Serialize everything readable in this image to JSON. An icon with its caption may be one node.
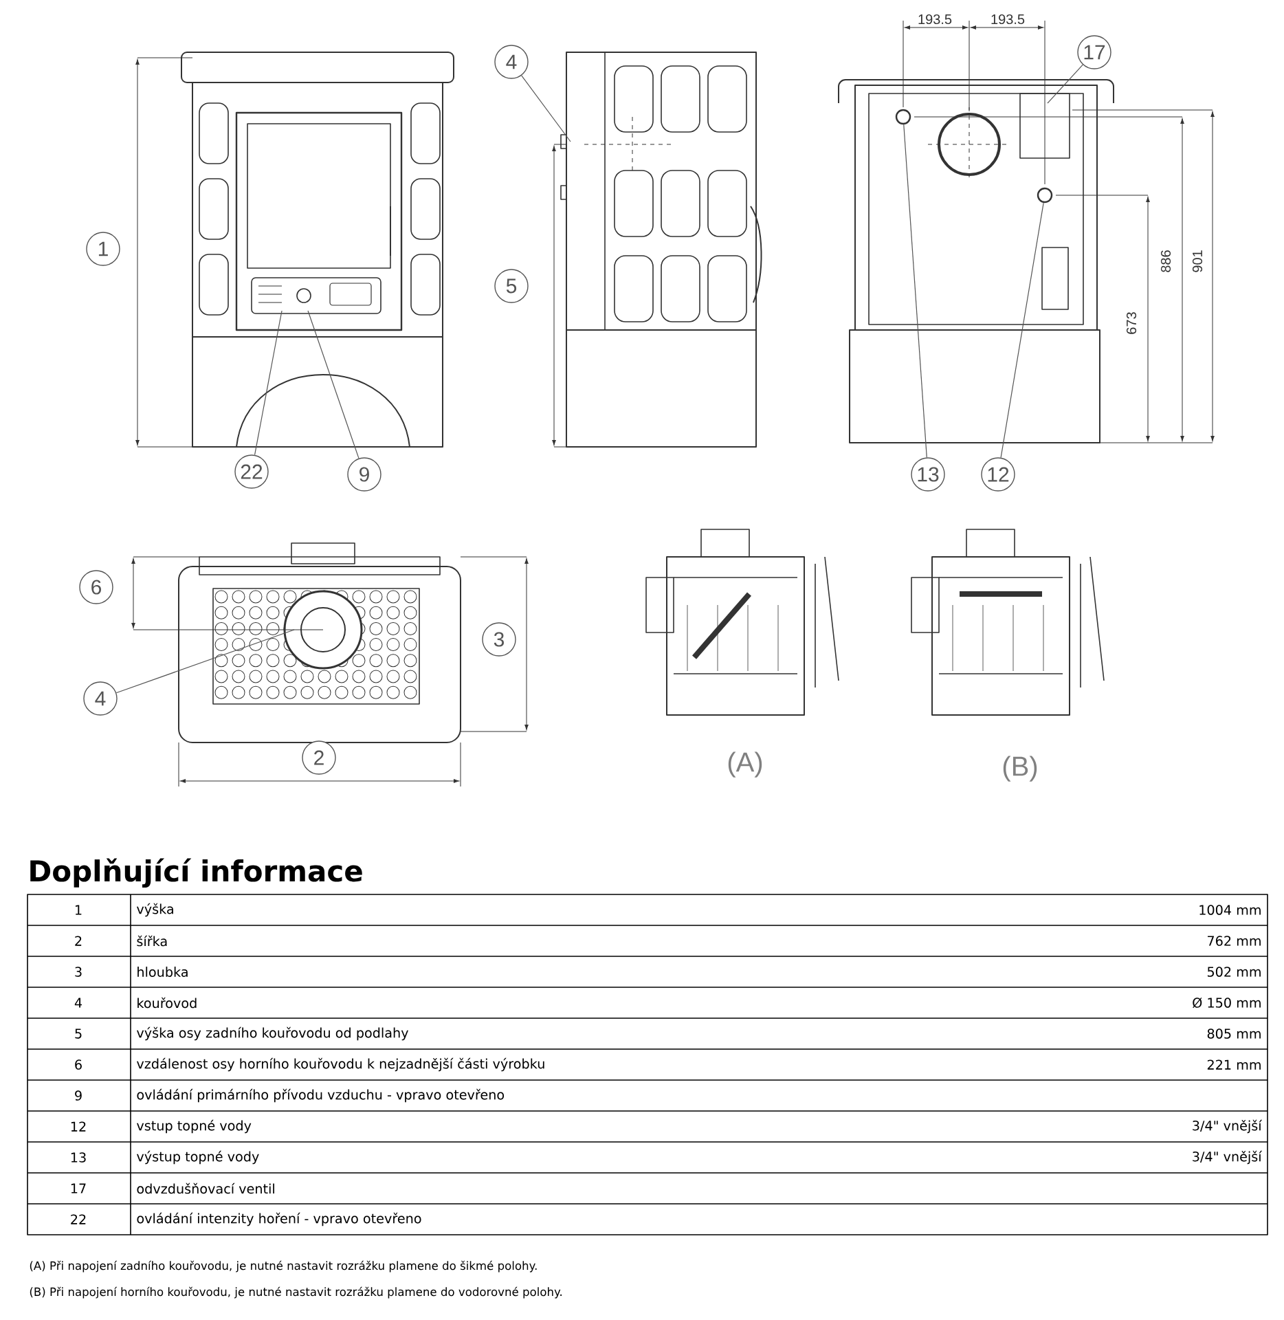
{
  "diagram": {
    "title": "Doplňující informace",
    "nodes": [
      {
        "text": [
          "4"
        ]
      },
      {
        "text": [
          "17"
        ]
      },
      {
        "text": [
          "22"
        ]
      },
      {
        "text": [
          "9"
        ]
      },
      {
        "text": [
          "13"
        ]
      },
      {
        "text": [
          "12"
        ]
      },
      {
        "text": [
          "4"
        ]
      },
      {
        "text": [
          "1"
        ]
      },
      {
        "text": [
          "5"
        ]
      },
      {
        "text": [
          "6"
        ]
      },
      {
        "text": [
          "3"
        ]
      },
      {
        "text": [
          "2"
        ]
      },
      {
        "text": [],
        "shape": "circle"
      },
      {
        "text": [],
        "shape": "circle"
      }
    ],
    "edges": [
      {
        "from": 0,
        "to": null,
        "arrow": "none"
      },
      {
        "from": 1,
        "to": null,
        "arrow": "none"
      },
      {
        "from": 2,
        "to": null,
        "arrow": "none"
      },
      {
        "from": 3,
        "to": null,
        "arrow": "none"
      },
      {
        "from": 4,
        "to": 12,
        "arrow": "none"
      },
      {
        "from": 5,
        "to": 13,
        "arrow": "none"
      },
      {
        "from": 6,
        "to": null,
        "arrow": "none"
      }
    ],
    "labels": [
      "193.5",
      "193.5",
      "886",
      "901",
      "673",
      "(A)",
      "(B)",
      "1",
      "výška",
      "1004 mm",
      "2",
      "šířka",
      "762 mm",
      "3",
      "hloubka",
      "502 mm",
      "4",
      "kouřovod",
      "Ø 150 mm",
      "5",
      "výška osy zadního kouřovodu od podlahy",
      "805 mm",
      "6",
      "vzdálenost osy horního kouřovodu k nejzadnější části výrobku",
      "221 mm",
      "9",
      "ovládání primárního přívodu vzduchu - vpravo otevřeno",
      "12",
      "vstup topné vody",
      "3/4\" vnější",
      "13",
      "výstup topné vody",
      "3/4\" vnější",
      "17",
      "odvzdušňovací ventil",
      "22",
      "ovládání intenzity hoření - vpravo otevřeno",
      "(A) Při napojení zadního kouřovodu, je nutné nastavit rozrážku plamene do šikmé polohy.",
      "(B) Při napojení horního kouřovodu, je nutné nastavit rozrážku plamene do vodorovné polohy."
    ]
  }
}
